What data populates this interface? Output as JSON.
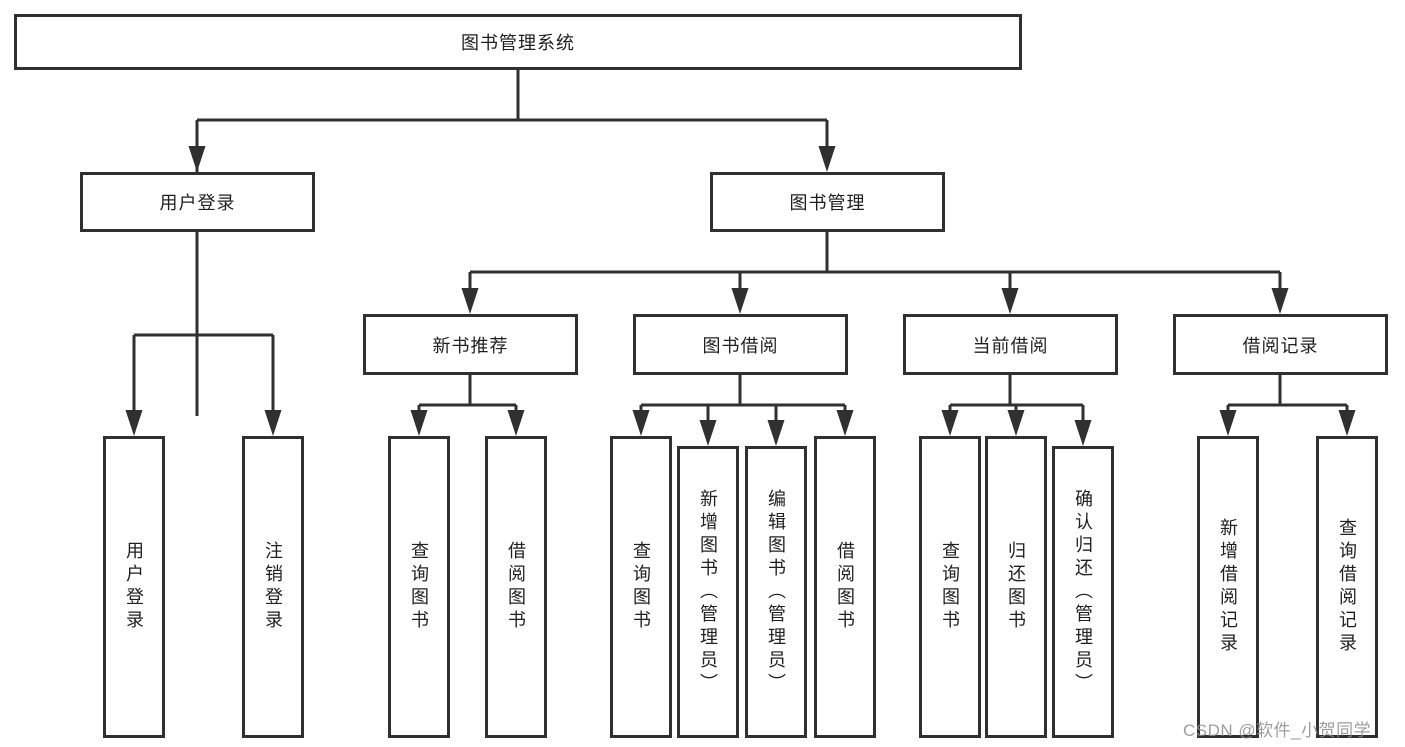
{
  "diagram_type": "tree",
  "colors": {
    "background": "#ffffff",
    "line": "#303030",
    "box_border": "#303030",
    "text": "#1f1f1f",
    "watermark": "#8c8c8c"
  },
  "watermark": {
    "text": "CSDN @软件_小贺同学"
  },
  "tree": {
    "label": "图书管理系统",
    "children": [
      {
        "label": "用户登录",
        "children": [
          {
            "label": "用户登录"
          },
          {
            "label": "注销登录"
          }
        ]
      },
      {
        "label": "图书管理",
        "children": [
          {
            "label": "新书推荐",
            "children": [
              {
                "label": "查询图书"
              },
              {
                "label": "借阅图书"
              }
            ]
          },
          {
            "label": "图书借阅",
            "children": [
              {
                "label": "查询图书"
              },
              {
                "label": "新增图书（管理员）"
              },
              {
                "label": "编辑图书（管理员）"
              },
              {
                "label": "借阅图书"
              }
            ]
          },
          {
            "label": "当前借阅",
            "children": [
              {
                "label": "查询图书"
              },
              {
                "label": "归还图书"
              },
              {
                "label": "确认归还（管理员）"
              }
            ]
          },
          {
            "label": "借阅记录",
            "children": [
              {
                "label": "新增借阅记录"
              },
              {
                "label": "查询借阅记录"
              }
            ]
          }
        ]
      }
    ]
  }
}
